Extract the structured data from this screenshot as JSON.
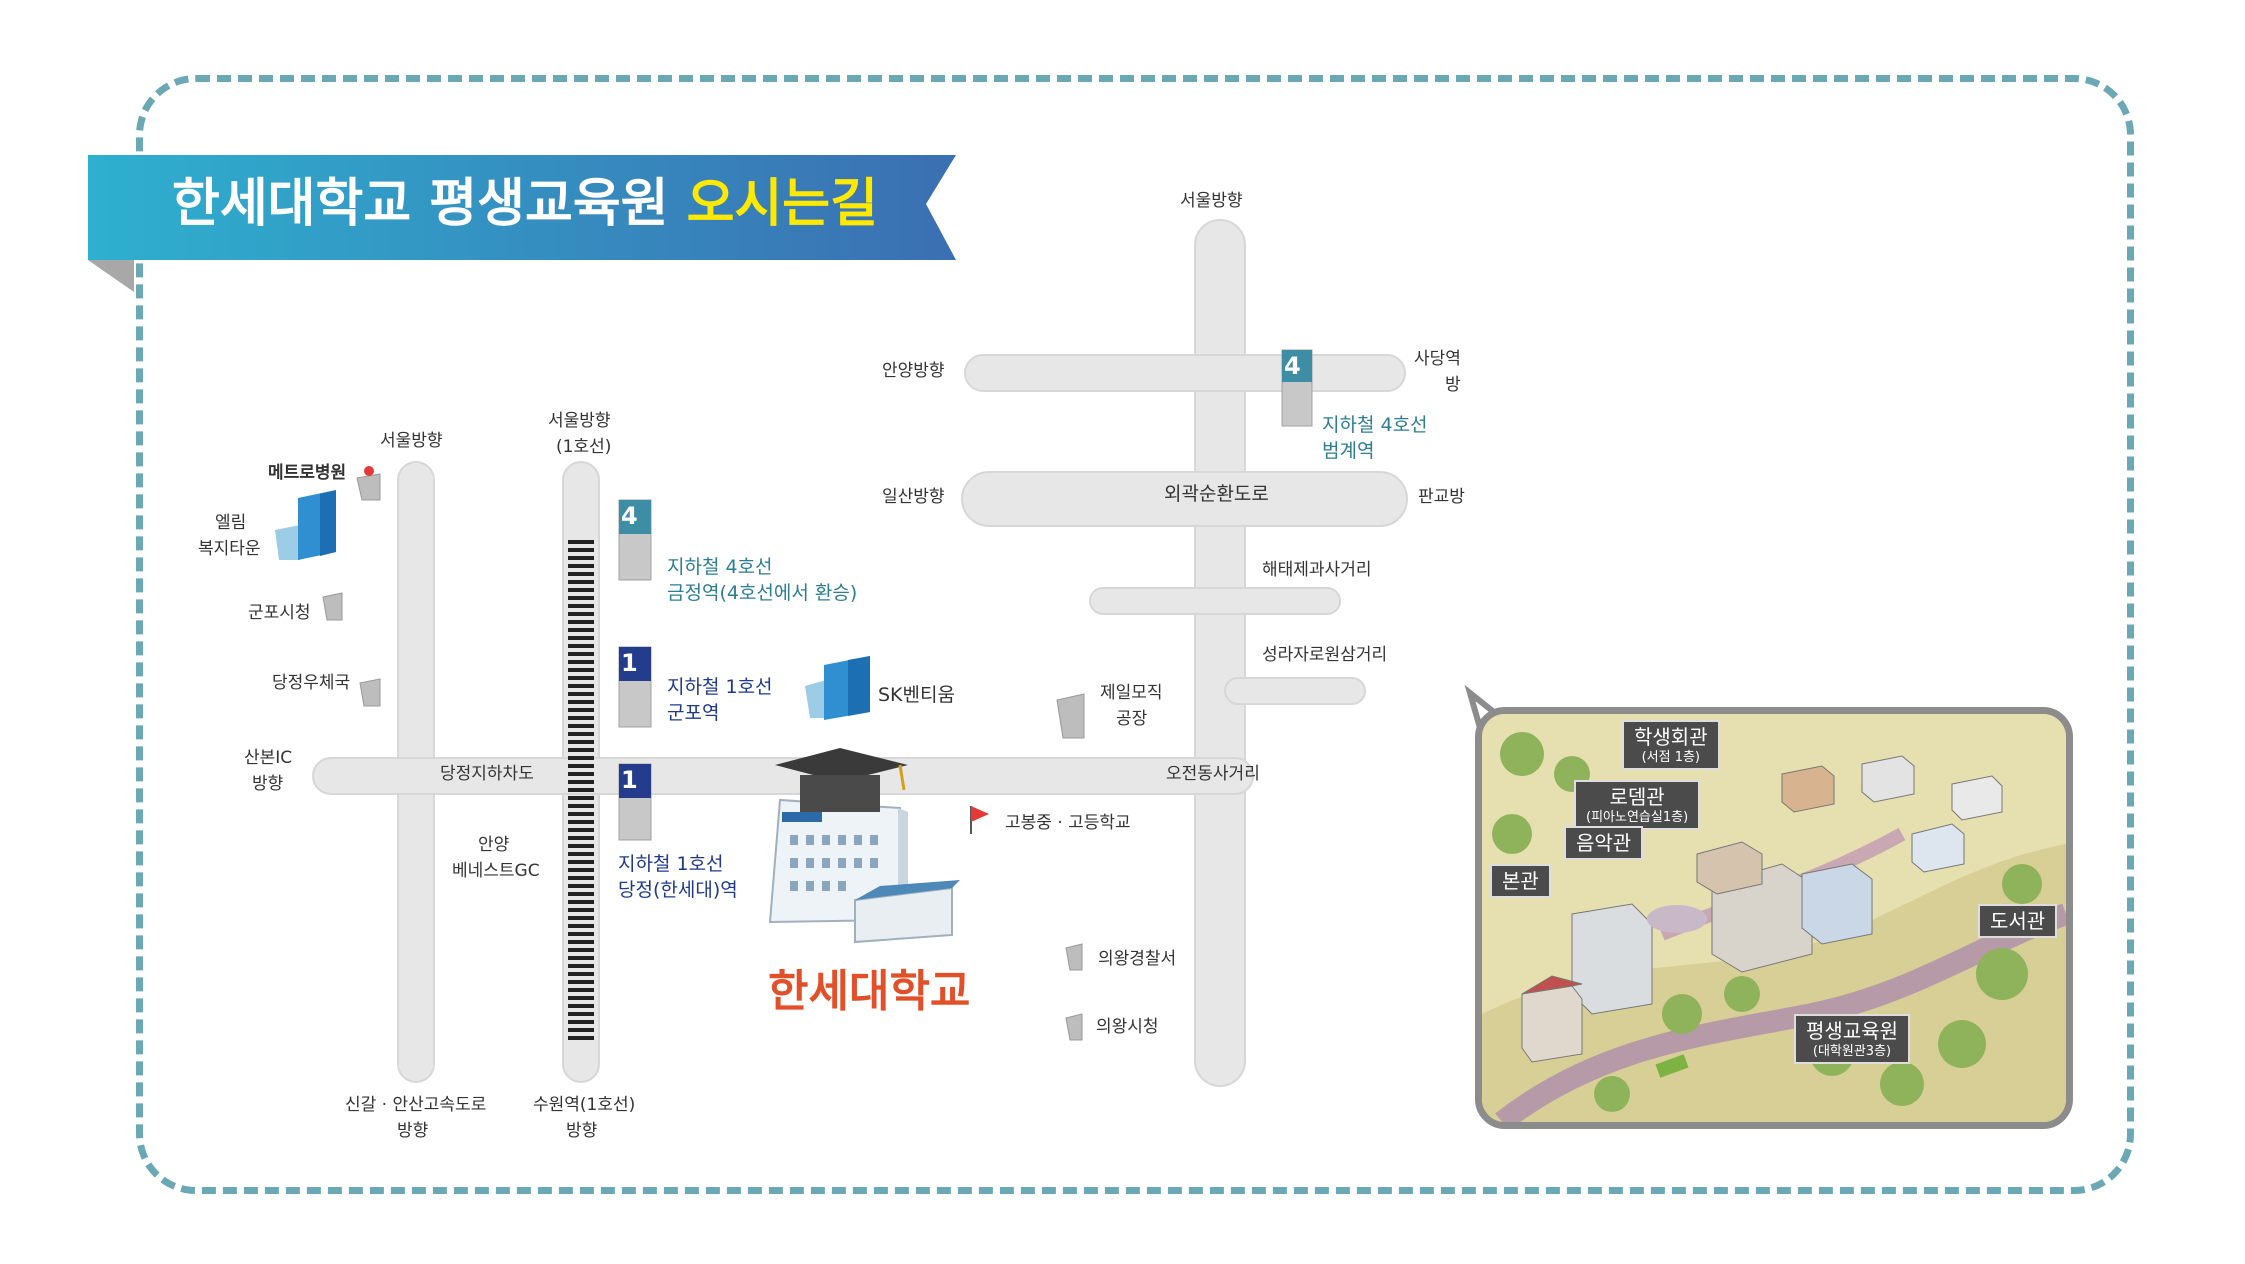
{
  "title": {
    "main": "한세대학교 평생교육원",
    "highlight": "오시는길"
  },
  "colors": {
    "frame": "#6aa8b6",
    "banner_start": "#2eb0cf",
    "banner_end": "#3b6fb2",
    "highlight": "#ffe900",
    "road": "#e7e7e7",
    "univ": "#e2502a",
    "line1": "#1f3a8a",
    "line4": "#2d7e92"
  },
  "labels": {
    "seoul_left": "서울방향",
    "metro_hospital": "메트로병원",
    "elim_1": "엘림",
    "elim_2": "복지타운",
    "gunpo_city": "군포시청",
    "dangjeong_post": "당정우체국",
    "sanbon_ic_1": "산본IC",
    "sanbon_ic_2": "방향",
    "dangjeong_underpass": "당정지하차도",
    "anyang_gc_1": "안양",
    "anyang_gc_2": "베네스트GC",
    "singal_1": "신갈 · 안산고속도로",
    "singal_2": "방향",
    "seoul_line1_1": "서울방향",
    "seoul_line1_2": "(1호선)",
    "suwon_1": "수원역(1호선)",
    "suwon_2": "방향",
    "geumjeong_1": "지하철 4호선",
    "geumjeong_2": "금정역(4호선에서 환승)",
    "gunpo_st_1": "지하철 1호선",
    "gunpo_st_2": "군포역",
    "dangjeong_st_1": "지하철 1호선",
    "dangjeong_st_2": "당정(한세대)역",
    "sk_ventium": "SK벤티움",
    "jeil_1": "제일모직",
    "jeil_2": "공장",
    "ojeon": "오전동사거리",
    "gobong": "고봉중 · 고등학교",
    "police": "의왕경찰서",
    "uiwang_city": "의왕시청",
    "university": "한세대학교",
    "seoul_top": "서울방향",
    "anyang_dir": "안양방향",
    "sadang_1": "사당역",
    "sadang_2": "방",
    "beomgye_1": "지하철 4호선",
    "beomgye_2": "범계역",
    "ilsan_dir": "일산방향",
    "ring_road": "외곽순환도로",
    "pangyo": "판교방",
    "haitai": "해태제과사거리",
    "seongra": "성라자로원삼거리"
  },
  "line_badges": {
    "line4": "4",
    "line1": "1"
  },
  "campus": {
    "student_hall": "학생회관",
    "student_hall_sub": "(서점 1층)",
    "rodem": "로뎀관",
    "rodem_sub": "(피아노연습실1층)",
    "music": "음악관",
    "main": "본관",
    "library": "도서관",
    "lifelong": "평생교육원",
    "lifelong_sub": "(대학원관3층)"
  },
  "icons": [
    "building-icon",
    "flag-icon",
    "graduation-cap-icon",
    "subway-sign-icon"
  ]
}
